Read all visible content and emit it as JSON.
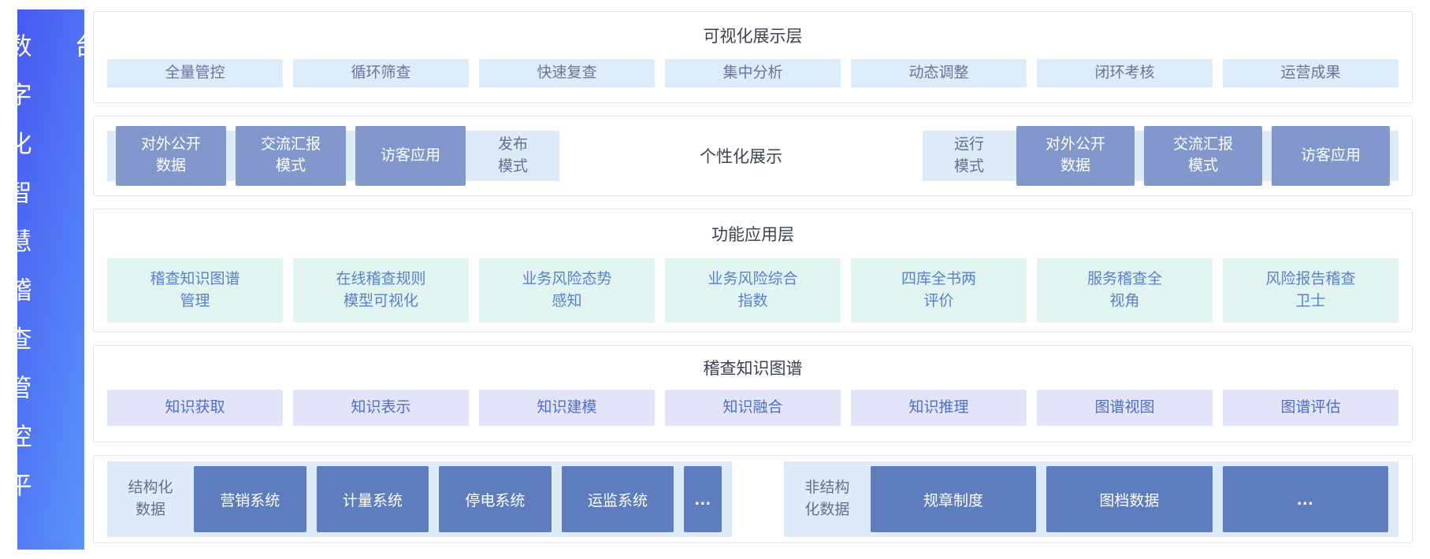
{
  "platform": {
    "title": "数字化智慧稽查管控平台"
  },
  "visualization_layer": {
    "title": "可视化展示层",
    "items": [
      "全量管控",
      "循环筛查",
      "快速复查",
      "集中分析",
      "动态调整",
      "闭环考核",
      "运营成果"
    ]
  },
  "display_mode_layer": {
    "publish_group": {
      "label": "发布\n模式",
      "items": [
        "对外公开\n数据",
        "交流汇报\n模式",
        "访客应用"
      ]
    },
    "center_label": "个性化展示",
    "run_group": {
      "label": "运行\n模式",
      "items": [
        "对外公开\n数据",
        "交流汇报\n模式",
        "访客应用"
      ]
    }
  },
  "function_layer": {
    "title": "功能应用层",
    "items": [
      "稽查知识图谱\n管理",
      "在线稽查规则\n模型可视化",
      "业务风险态势\n感知",
      "业务风险综合\n指数",
      "四库全书两\n评价",
      "服务稽查全\n视角",
      "风险报告稽查\n卫士"
    ]
  },
  "knowledge_layer": {
    "title": "稽查知识图谱",
    "items": [
      "知识获取",
      "知识表示",
      "知识建模",
      "知识融合",
      "知识推理",
      "图谱视图",
      "图谱评估"
    ]
  },
  "data_layer": {
    "structured": {
      "label": "结构化\n数据",
      "items": [
        "营销系统",
        "计量系统",
        "停电系统",
        "运监系统",
        "..."
      ]
    },
    "unstructured": {
      "label": "非结构\n化数据",
      "items": [
        "规章制度",
        "图档数据",
        "..."
      ]
    }
  },
  "colors": {
    "sidebar_gradient_start": "#4859f2",
    "sidebar_gradient_end": "#5b94f8",
    "light_blue_chip": "#ddecf9",
    "light_blue_container": "#ddeaf8",
    "periwinkle_box": "#8298cd",
    "mint_chip": "#e1f4f2",
    "lavender_chip": "#e2e4f9",
    "dark_blue_box": "#5d7dbe"
  }
}
